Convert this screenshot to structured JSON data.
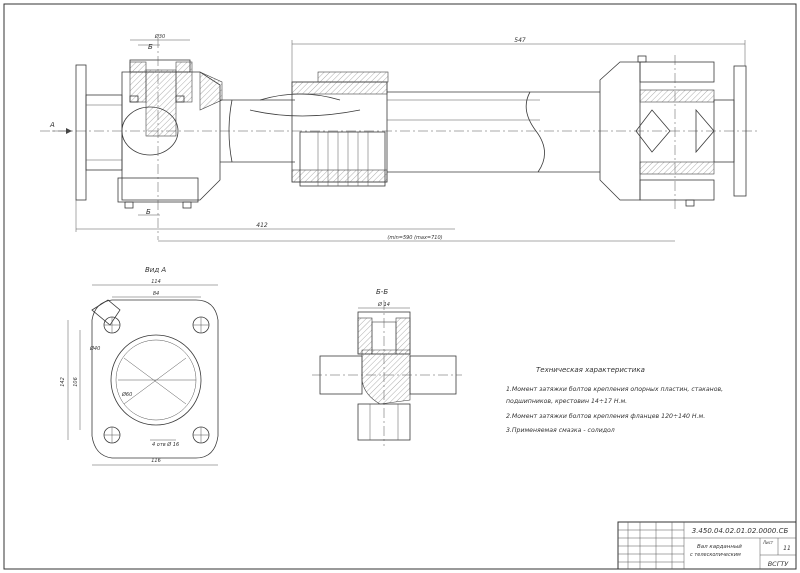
{
  "labels": {
    "section_b_top": "Б",
    "section_b_bottom": "Б",
    "view_a_arrow": "А",
    "view_a_title": "Вид А",
    "section_bb_title": "Б-Б"
  },
  "dimensions": {
    "overall_length": "547",
    "len_412": "412",
    "range_length": "(min=590 (max=710)",
    "top_small": "Ø30",
    "flange_width": "114",
    "flange_inner": "84",
    "flange_height": "142",
    "flange_inner_height": "106",
    "flange_bottom": "116",
    "bore_dia": "Ø60",
    "pilot_dia": "Ø40",
    "holes": "4 отв Ø 16",
    "cross_width": "Ø 14"
  },
  "notes": {
    "heading": "Техническая характеристика",
    "line1": "1.Момент затяжки болтов крепления опорных пластин, стаканов,",
    "line2": "подшипников, крестовин 14÷17 Н.м.",
    "line3": "2.Момент затяжки болтов крепления фланцев 120÷140 Н.м.",
    "line4": "3.Применяемая смазка - солидол"
  },
  "title_block": {
    "designation": "3.450.04.02.01.02.0000.СБ",
    "name_line1": "Вал карданный",
    "name_line2": "с телескопическим",
    "sheet_label": "Лист",
    "sheet_value": "11",
    "org": "ВСГТУ"
  }
}
